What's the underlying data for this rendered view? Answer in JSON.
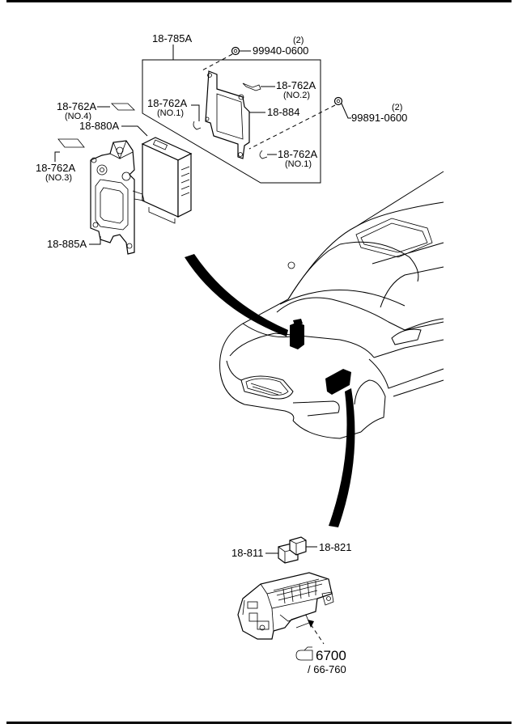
{
  "labels": {
    "p18785A": "18-785A",
    "p99940_qty": "(2)",
    "p99940": "99940-0600",
    "p18762A_no2": "18-762A",
    "p18762A_no2_sub": "(NO.2)",
    "p18762A_no1_left": "18-762A",
    "p18762A_no1_left_sub": "(NO.1)",
    "p18884": "18-884",
    "p99891_qty": "(2)",
    "p99891": "99891-0600",
    "p18762A_no1_right": "18-762A",
    "p18762A_no1_right_sub": "(NO.1)",
    "p18762A_no4": "18-762A",
    "p18762A_no4_sub": "(NO.4)",
    "p18880A": "18-880A",
    "p18762A_no3": "18-762A",
    "p18762A_no3_sub": "(NO.3)",
    "p18885A": "18-885A",
    "p18811": "18-811",
    "p18821": "18-821",
    "ref6700": "6700",
    "ref66760": "/ 66-760"
  }
}
